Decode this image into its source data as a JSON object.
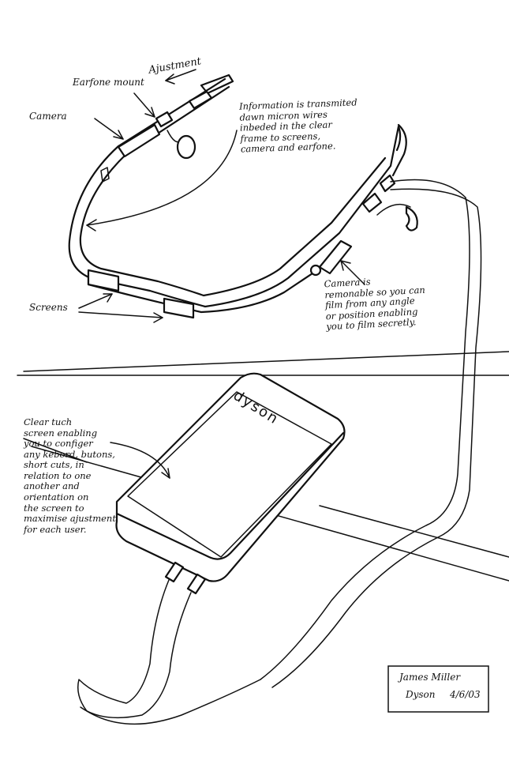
{
  "labels": {
    "ajustment": "Ajustment",
    "earfone_mount": "Earfone mount",
    "camera": "Camera",
    "information": "Information is transmited\ndawn micron wires\ninbeded in the clear\nframe to screens,\ncamera and earfone.",
    "screens": "Screens",
    "camera_removable": "Camera is\nremonable so you can\nfilm from any angle\nor position enabling\nyou to film secretly.",
    "touch_screen": "Clear tuch\nscreen enabling\nyou to configer\nany kebord, butons,\nshort cuts, in\nrelation to one\nanother and\norientation on\nthe screen to\nmaximise ajustment\nfor each user.",
    "brand": "dyson"
  },
  "signature": {
    "name": "James Miller",
    "company": "Dyson",
    "date": "4/6/03"
  },
  "colors": {
    "ink": "#111111",
    "paper": "#ffffff"
  }
}
